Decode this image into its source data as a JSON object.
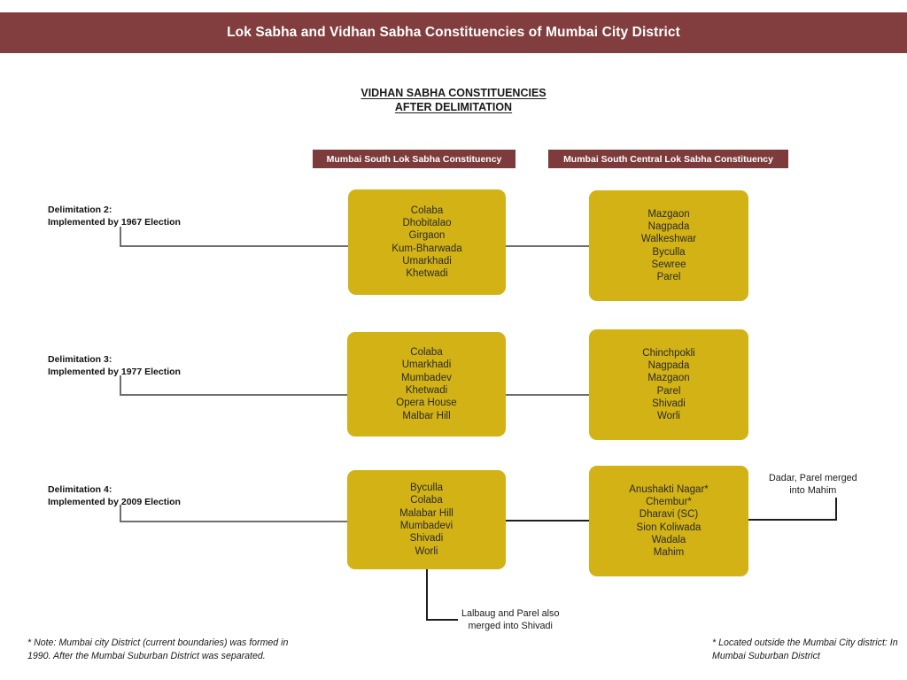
{
  "header": {
    "title": "Lok Sabha and Vidhan Sabha Constituencies of Mumbai City District",
    "banner_color": "#823e3e"
  },
  "subtitle": {
    "line1": "VIDHAN SABHA CONSTITUENCIES",
    "line2": "AFTER DELIMITATION"
  },
  "colors": {
    "banner": "#823e3e",
    "lok_sabha_header": "#7e3b3c",
    "constituency_box": "#d2b215",
    "connector": "#6e6e6e",
    "text_dark": "#2b2b2b"
  },
  "columns": [
    {
      "label": "Mumbai South Lok Sabha Constituency"
    },
    {
      "label": "Mumbai South Central Lok Sabha Constituency"
    }
  ],
  "rows": [
    {
      "label_line1": "Delimitation 2:",
      "label_line2": "Implemented by 1967 Election",
      "south": [
        "Colaba",
        "Dhobitalao",
        "Girgaon",
        "Kum-Bharwada",
        "Umarkhadi",
        "Khetwadi"
      ],
      "south_central": [
        "Mazgaon",
        "Nagpada",
        "Walkeshwar",
        "Byculla",
        "Sewree",
        "Parel"
      ]
    },
    {
      "label_line1": "Delimitation 3:",
      "label_line2": "Implemented by 1977 Election",
      "south": [
        "Colaba",
        "Umarkhadi",
        "Mumbadev",
        "Khetwadi",
        "Opera House",
        "Malbar Hill"
      ],
      "south_central": [
        "Chinchpokli",
        "Nagpada",
        "Mazgaon",
        "Parel",
        "Shivadi",
        "Worli"
      ]
    },
    {
      "label_line1": "Delimitation 4:",
      "label_line2": "Implemented by 2009 Election",
      "south": [
        "Byculla",
        "Colaba",
        "Malabar Hill",
        "Mumbadevi",
        "Shivadi",
        "Worli"
      ],
      "south_central": [
        "Anushakti Nagar*",
        "Chembur*",
        "Dharavi (SC)",
        "Sion Koliwada",
        "Wadala",
        "Mahim"
      ]
    }
  ],
  "callouts": {
    "dadar": {
      "line1": "Dadar, Parel merged",
      "line2": "into Mahim"
    },
    "lalbaug": {
      "line1": "Lalbaug and Parel also",
      "line2": "merged into Shivadi"
    }
  },
  "footnotes": {
    "left": "* Note: Mumbai city District (current boundaries) was formed in 1990. After the Mumbai Suburban District was separated.",
    "right": "* Located outside the Mumbai City district: In Mumbai Suburban District"
  }
}
